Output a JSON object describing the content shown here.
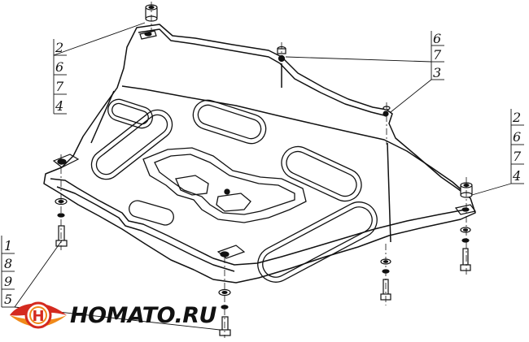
{
  "callouts": {
    "top_left": [
      "2",
      "6",
      "7",
      "4"
    ],
    "top_middle": [
      "6",
      "7",
      "3"
    ],
    "right": [
      "2",
      "6",
      "7",
      "4"
    ],
    "bottom_left": [
      "1",
      "8",
      "9",
      "5"
    ]
  },
  "logo": {
    "text": "HOMATO.RU",
    "colors": {
      "red": "#d42a1f",
      "orange": "#f08a1a",
      "dark": "#111111"
    }
  },
  "colors": {
    "line": "#111111",
    "background": "#ffffff"
  }
}
